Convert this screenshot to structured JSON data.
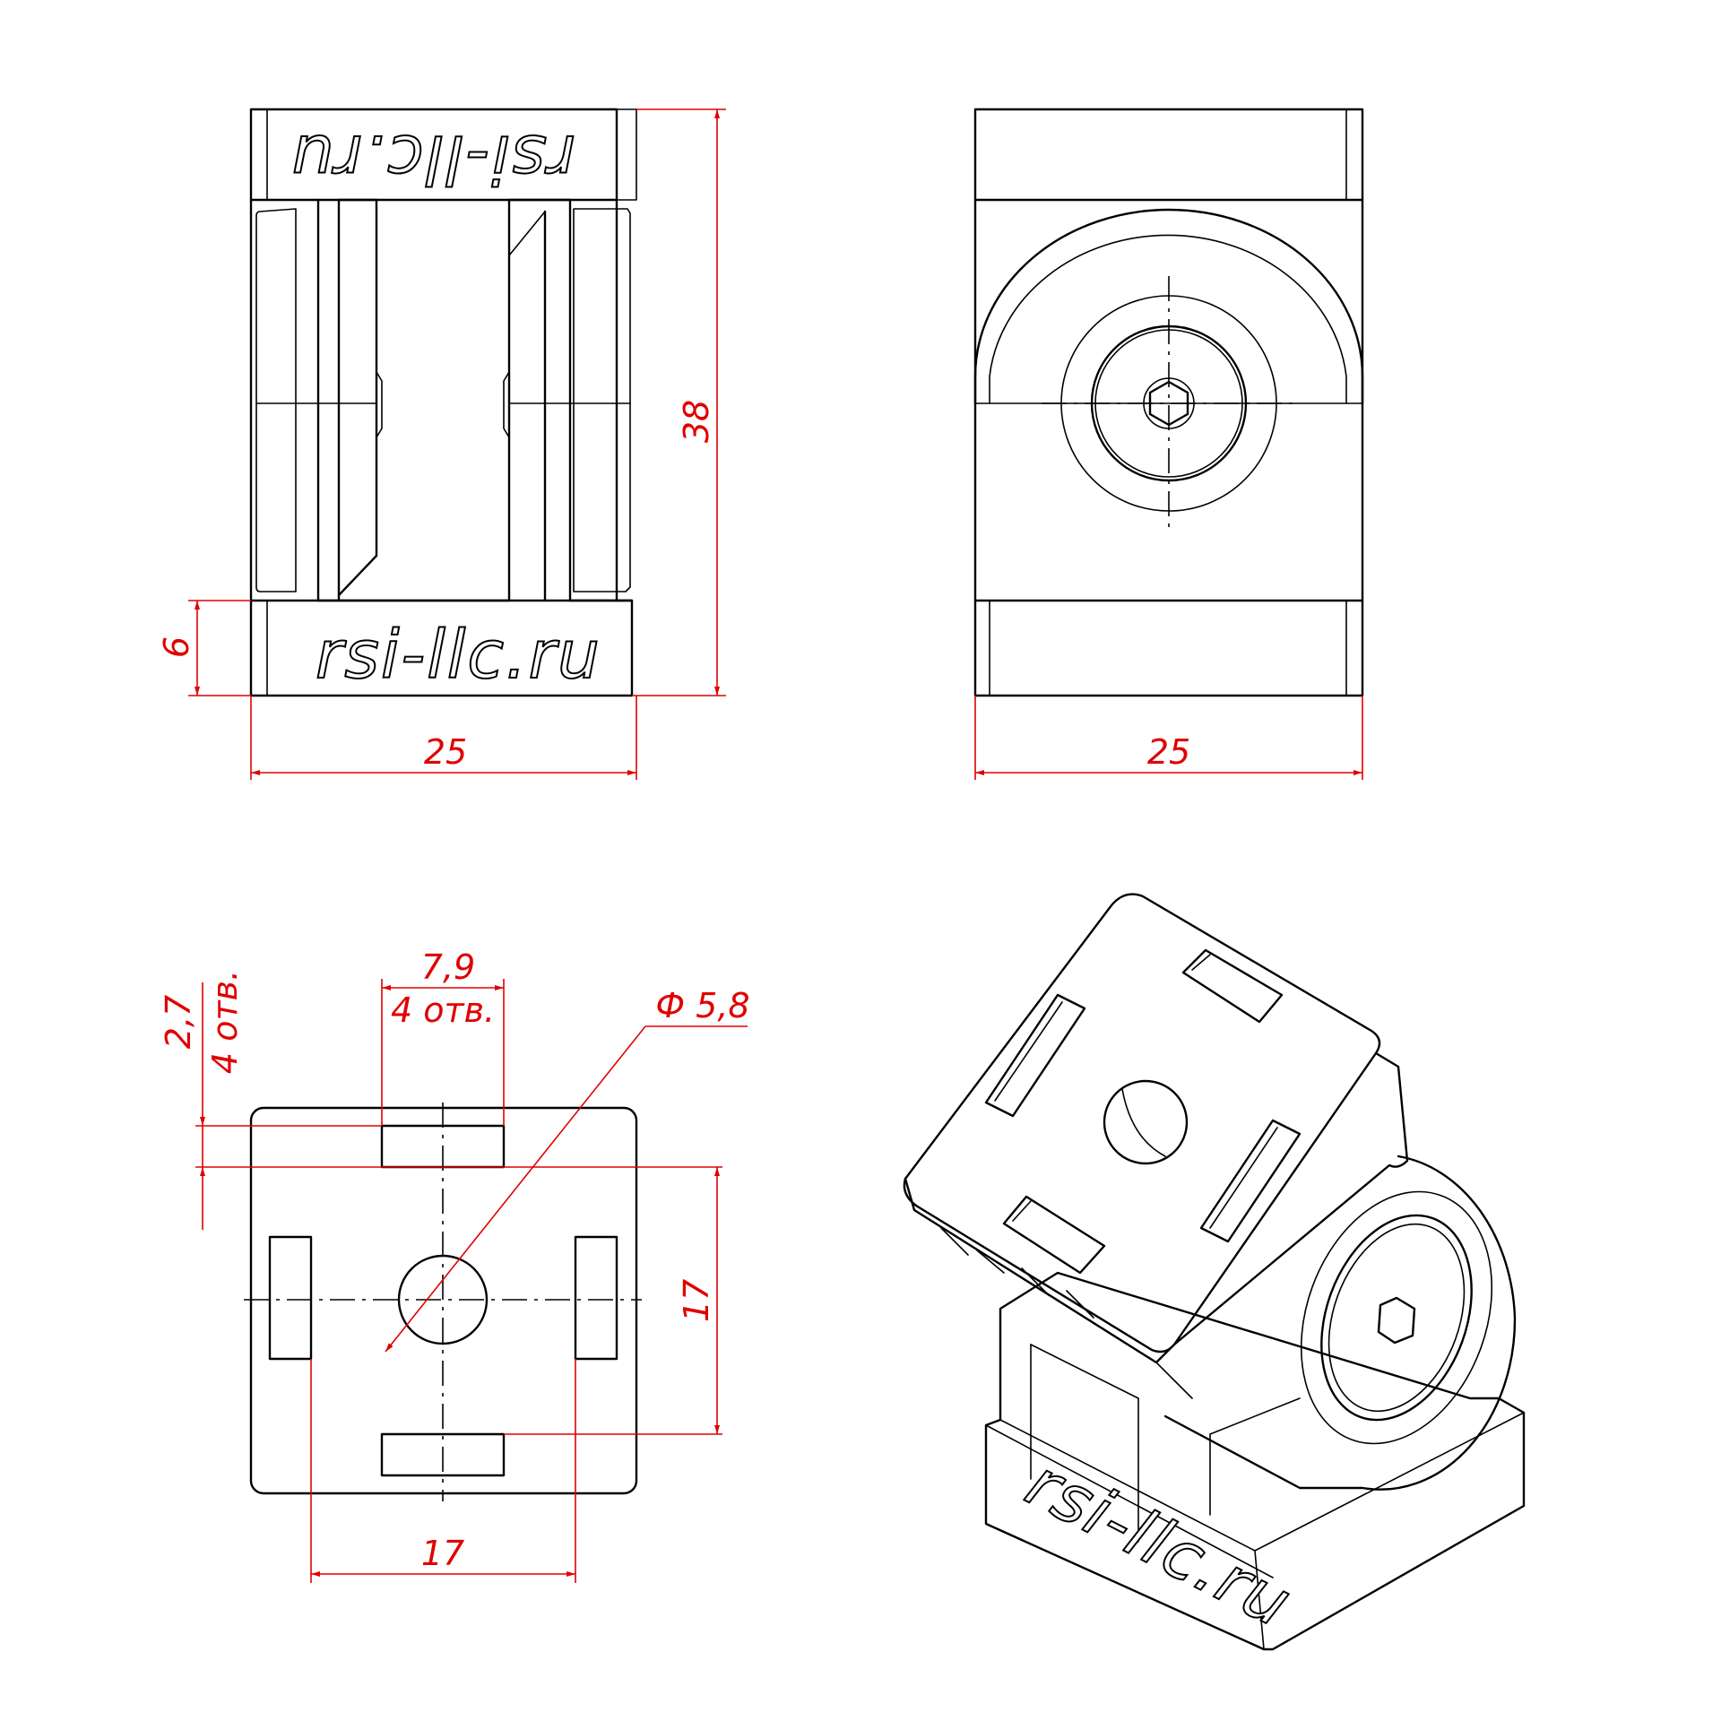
{
  "brand": "rsi-llc.ru",
  "colors": {
    "outline": "#000000",
    "dimension": "#e00000",
    "background": "#ffffff"
  },
  "dimensions": {
    "front_height": "38",
    "front_base_height": "6",
    "front_width": "25",
    "side_width": "25",
    "slot_width": "7,9",
    "slot_count": "4 отв.",
    "slot_depth": "2,7",
    "slot_depth_count": "4 отв.",
    "hole_diameter": "Ф 5,8",
    "slot_spacing_vertical": "17",
    "slot_spacing_horizontal": "17"
  }
}
